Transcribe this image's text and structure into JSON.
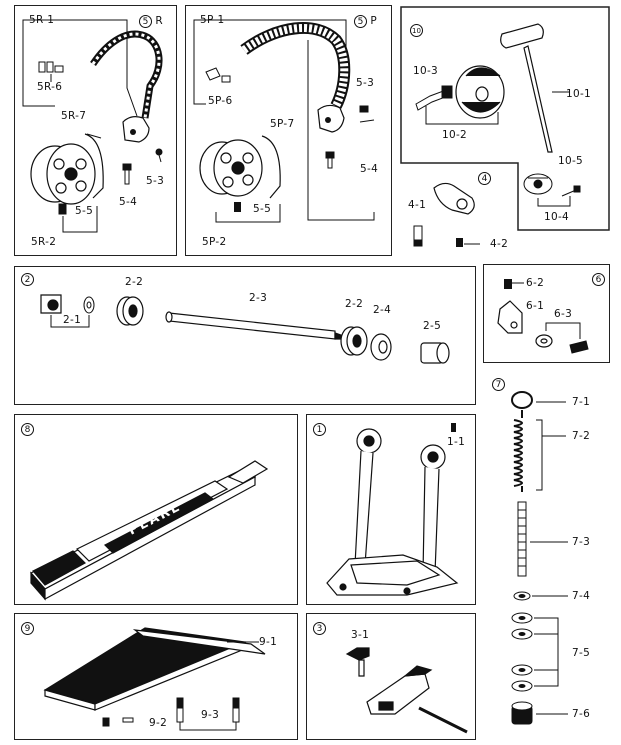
{
  "panel5r": {
    "badge": "5",
    "suffix": "R",
    "l_5r1": "5R-1",
    "l_5r6": "5R-6",
    "l_5r7": "5R-7",
    "l_53": "5-3",
    "l_54": "5-4",
    "l_55": "5-5",
    "l_5r2": "5R-2"
  },
  "panel5p": {
    "badge": "5",
    "suffix": "P",
    "l_5p1": "5P-1",
    "l_5p6": "5P-6",
    "l_5p7": "5P-7",
    "l_53": "5-3",
    "l_54": "5-4",
    "l_55": "5-5",
    "l_5p2": "5P-2"
  },
  "panel10": {
    "badge": "10",
    "l_101": "10-1",
    "l_102": "10-2",
    "l_103": "10-3",
    "l_104": "10-4",
    "l_105": "10-5"
  },
  "panel4": {
    "badge": "4",
    "l_41": "4-1",
    "l_42": "4-2"
  },
  "panel2": {
    "badge": "2",
    "l_21": "2-1",
    "l_22a": "2-2",
    "l_23": "2-3",
    "l_22b": "2-2",
    "l_24": "2-4",
    "l_25": "2-5"
  },
  "panel6": {
    "badge": "6",
    "l_62": "6-2",
    "l_61": "6-1",
    "l_63": "6-3"
  },
  "panel7": {
    "badge": "7",
    "l_71": "7-1",
    "l_72": "7-2",
    "l_73": "7-3",
    "l_74": "7-4",
    "l_75": "7-5",
    "l_76": "7-6"
  },
  "panel8": {
    "badge": "8",
    "brand": "PEARL"
  },
  "panel1": {
    "badge": "1",
    "l_11": "1-1"
  },
  "panel9": {
    "badge": "9",
    "l_91": "9-1",
    "l_92": "9-2",
    "l_93": "9-3"
  },
  "panel3": {
    "badge": "3",
    "l_31": "3-1"
  }
}
